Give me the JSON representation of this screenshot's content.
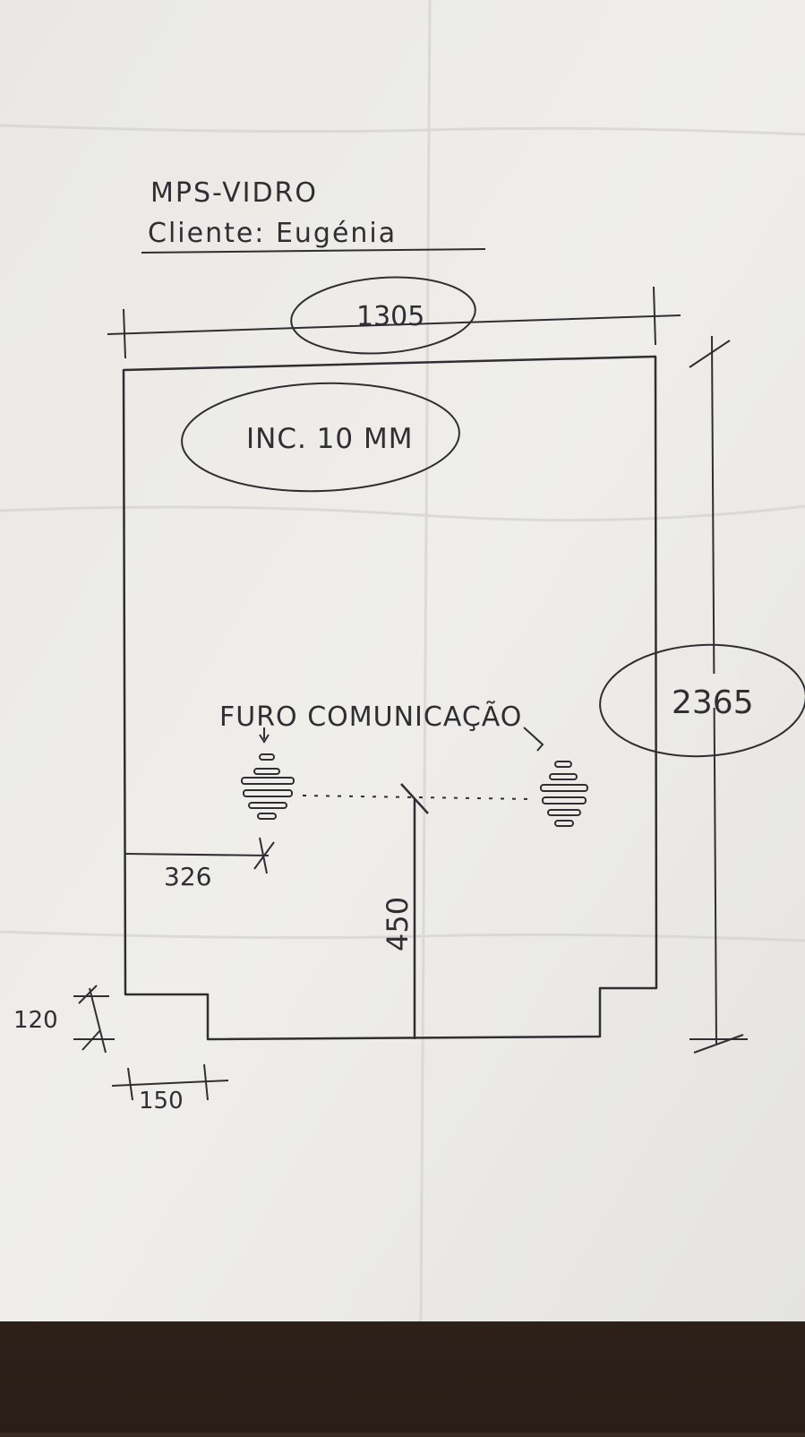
{
  "header": {
    "company": "MPS-VIDRO",
    "client_line": "Cliente: Eugénia"
  },
  "dimensions": {
    "width": "1305",
    "height": "2365",
    "note": "INC. 10 MM",
    "hole_offset": "326",
    "hole_height": "450",
    "notch_height": "120",
    "notch_width": "150"
  },
  "labels": {
    "holes": "FURO COMUNICAÇÃO"
  },
  "colors": {
    "paper": "#ecebe8",
    "ink": "#2f2f33",
    "table": "#3a2a22"
  }
}
